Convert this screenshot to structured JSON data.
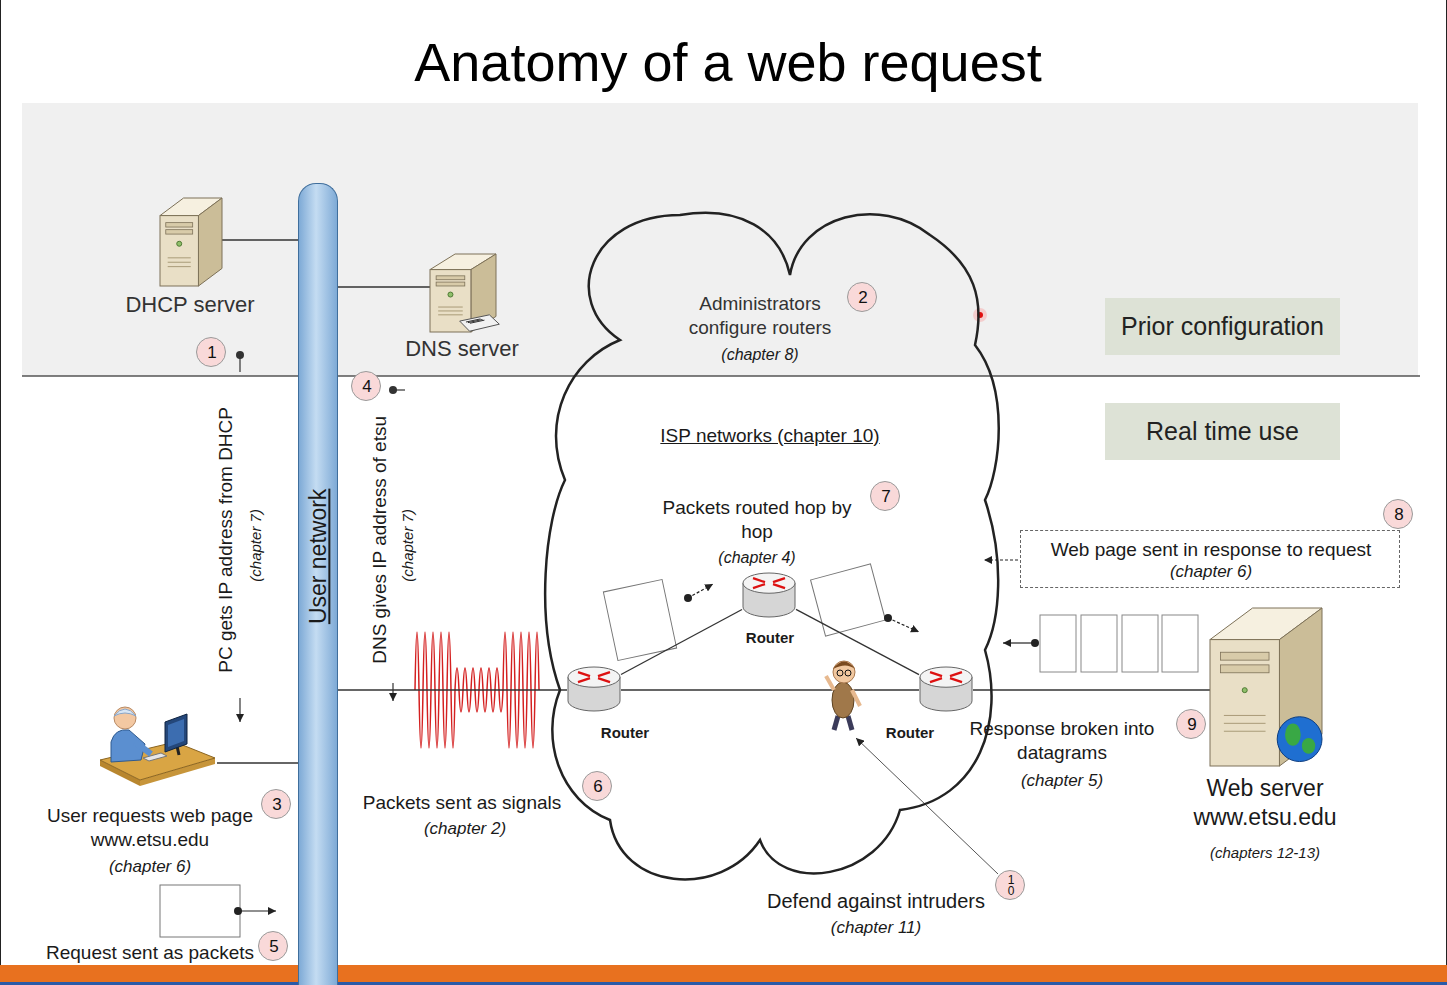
{
  "diagram": {
    "title": "Anatomy of a web request",
    "nodes": [
      {
        "text": [
          "Prior configuration"
        ]
      },
      {
        "text": [
          "DHCP server"
        ]
      },
      {
        "text": [
          "1"
        ]
      },
      {
        "text": [
          "User network"
        ]
      },
      {
        "text": [
          "DNS server"
        ]
      },
      {
        "text": [
          "Administrators configure routers",
          "(chapter 8)",
          "ISP networks (chapter 10)",
          "Packets routed hop by hop",
          "(chapter 4)"
        ]
      },
      {
        "text": [
          "2"
        ],
        "in": 5
      },
      {
        "text": [
          "Router"
        ],
        "in": 5
      },
      {
        "text": [
          "7"
        ],
        "in": 5
      },
      {
        "text": [
          "Router"
        ],
        "in": 5
      },
      {
        "text": [
          "Router"
        ],
        "in": 5
      },
      {
        "text": [
          "6"
        ],
        "in": 5
      },
      {
        "text": [
          "4"
        ]
      },
      {
        "text": [
          "Real time use"
        ]
      },
      {
        "text": [
          "Web page sent in response to request",
          "(chapter 6)"
        ]
      },
      {
        "text": [
          "8"
        ]
      },
      {
        "text": [
          "Web server www.etsu.edu",
          "(chapters 12-13)"
        ]
      },
      {
        "text": [
          "9"
        ]
      },
      {
        "text": [
          "User requests web page www.etsu.edu",
          "(chapter 6)"
        ]
      },
      {
        "text": [
          "3"
        ]
      },
      {
        "text": [
          "10"
        ]
      },
      {
        "text": [
          "5"
        ]
      }
    ],
    "edges": [
      {
        "from": 1,
        "to": 3,
        "arrow": "none"
      },
      {
        "from": 3,
        "to": 4,
        "arrow": "none"
      },
      {
        "from": 18,
        "to": 3,
        "arrow": "none"
      },
      {
        "from": 3,
        "to": 9,
        "arrow": "none"
      },
      {
        "from": 9,
        "to": 7,
        "arrow": "none"
      },
      {
        "from": 7,
        "to": 10,
        "arrow": "none"
      },
      {
        "from": 9,
        "to": 10,
        "arrow": "none"
      },
      {
        "from": 10,
        "to": 16,
        "arrow": "none"
      }
    ],
    "labels": [
      "PC gets IP address from DHCP",
      "(chapter 7)",
      "DNS gives IP address of etsu",
      "(chapter 7)",
      "Packets sent as signals",
      "(chapter 2)",
      "Response broken into datagrams",
      "(chapter 5)",
      "Defend against intruders",
      "(chapter 11)",
      "Request sent as packets"
    ]
  }
}
